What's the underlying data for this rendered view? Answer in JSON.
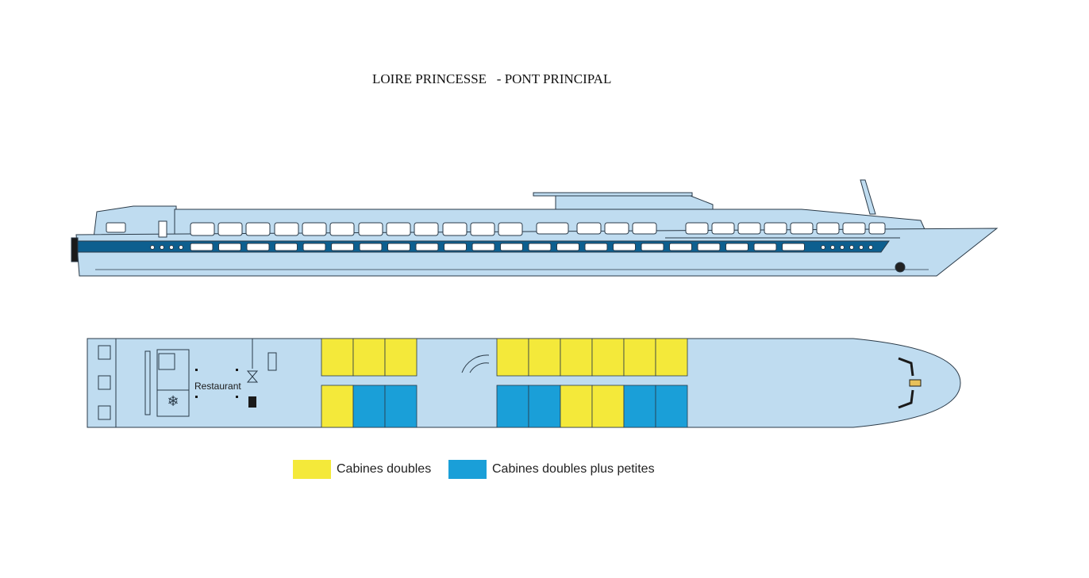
{
  "title": "LOIRE PRINCESSE   - PONT PRINCIPAL",
  "deck_plan": {
    "room_label": "Restaurant",
    "cabin_rows": [
      [
        "double",
        "double",
        "double",
        "double",
        "double",
        "double",
        "double",
        "double",
        "double"
      ],
      [
        "double",
        "small",
        "small",
        "small",
        "small",
        "double",
        "double",
        "small",
        "small"
      ]
    ]
  },
  "legend": [
    {
      "label": "Cabines doubles",
      "color": "#f4e93a",
      "key": "double"
    },
    {
      "label": "Cabines doubles plus petites",
      "color": "#1a9fd8",
      "key": "small"
    }
  ],
  "colors": {
    "hull": "#bfdcf0",
    "stripe": "#0d5f8f",
    "outline": "#2a3a48"
  }
}
